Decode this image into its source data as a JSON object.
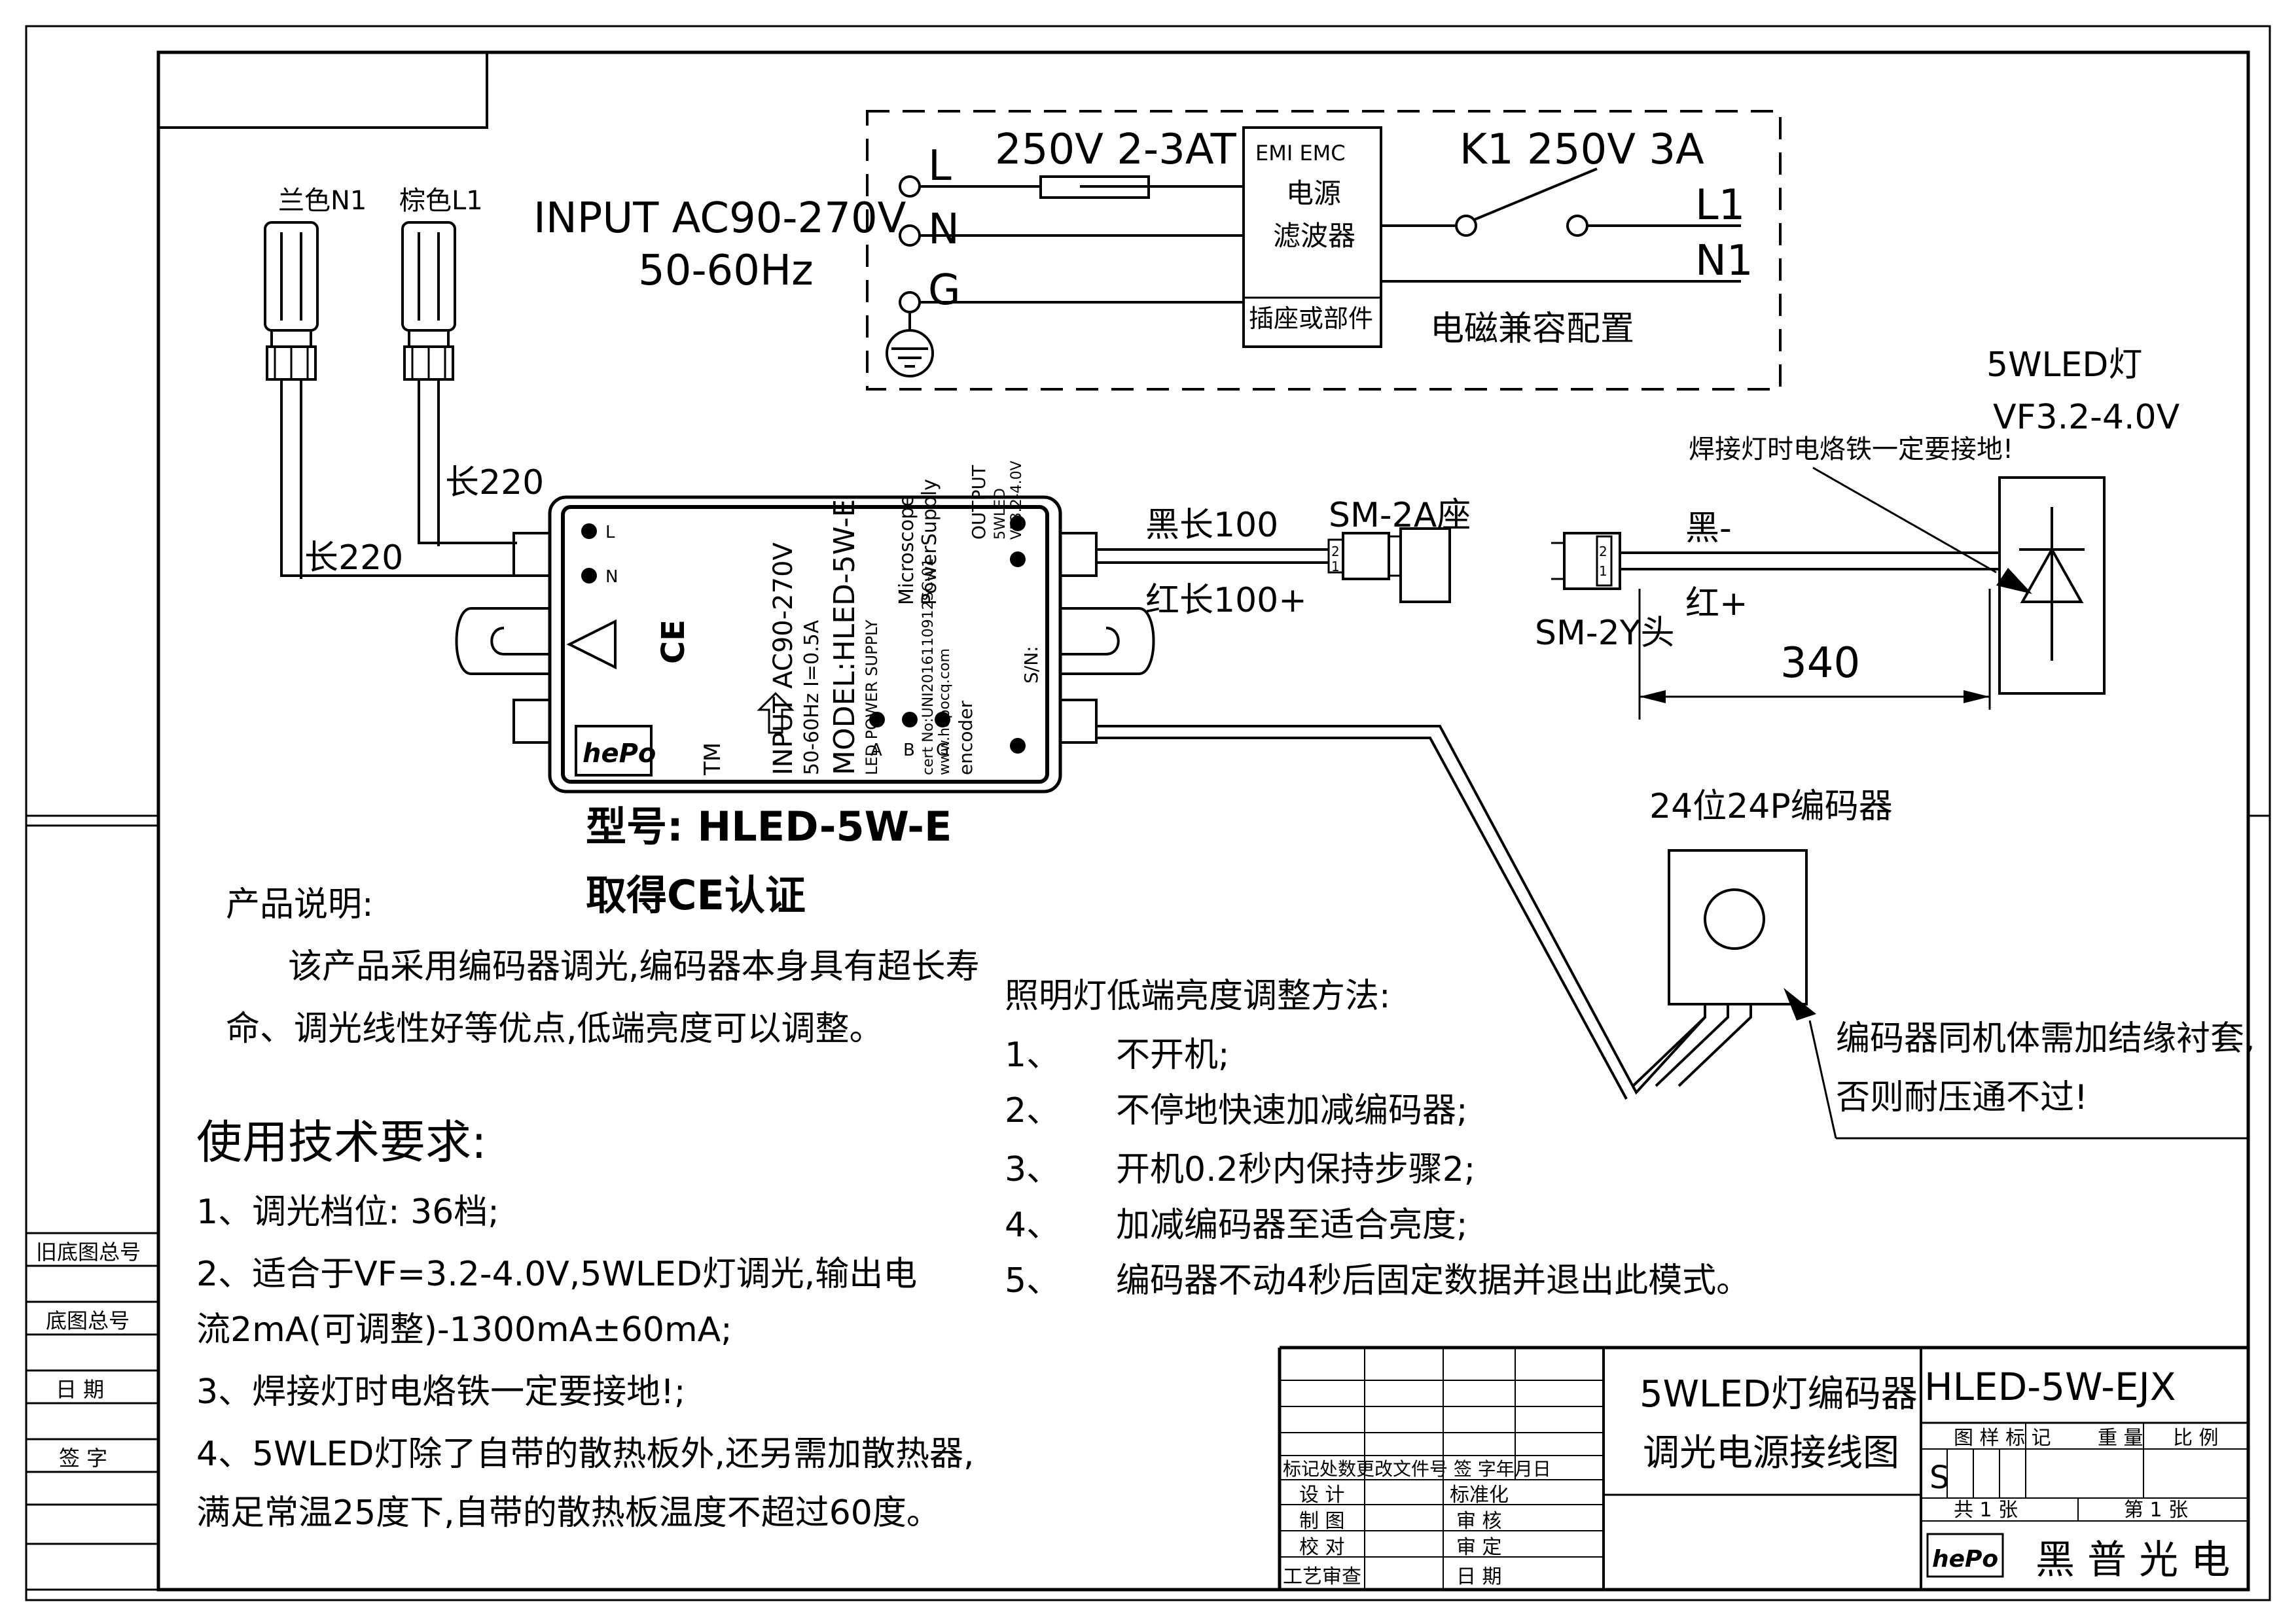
{
  "emc_box": {
    "terminals": [
      "L",
      "N",
      "G"
    ],
    "fuse_label": "250V 2-3AT",
    "filter_lines": [
      "EMI EMC",
      "电源",
      "滤波器"
    ],
    "filter_bottom": "插座或部件",
    "switch_label": "K1 250V 3A",
    "out_l": "L1",
    "out_n": "N1",
    "caption": "电磁兼容配置"
  },
  "input": {
    "line1": "INPUT AC90-270V",
    "line2": "50-60Hz"
  },
  "wires": {
    "blue": "兰色N1",
    "brown": "棕色L1",
    "len_left": "长220",
    "len_right": "长220",
    "black_out": "黑长100",
    "red_out": "红长100+",
    "socket": "SM-2A座",
    "plug": "SM-2Y头",
    "black": "黑-",
    "red": "红+",
    "dimension": "340",
    "pin2": "2",
    "pin1": "1"
  },
  "led": {
    "title": "5WLED灯",
    "vf": "VF3.2-4.0V",
    "warning": "焊接灯时电烙铁一定要接地!"
  },
  "encoder": {
    "title": "24位24P编码器",
    "note1": "编码器同机体需加结缘衬套,",
    "note2": "否则耐压通不过!"
  },
  "device": {
    "model": "MODEL:HLED-5W-E",
    "ps": "LED POWER SUPPLY",
    "input": "INPUT AC90-270V",
    "input2": "50-60Hz  I=0.5A",
    "output": "OUTPUT",
    "output2": "5WLED",
    "output3": "VF3.2-4.0V",
    "brand": "Microscope",
    "brand2": "PowerSupply",
    "cert": "cert No:UNI2016110912SC-01",
    "web": "www.hepocq.com",
    "encoder": "encoder",
    "sn": "S/N:",
    "pins_left": [
      "L",
      "N"
    ],
    "pins_enc": [
      "A",
      "B",
      "G"
    ],
    "logo": "hePo",
    "tm": "TM"
  },
  "model_caption": "型号: HLED-5W-E",
  "ce_caption": "取得CE认证",
  "product_desc": {
    "title": "产品说明:",
    "line1": "该产品采用编码器调光,编码器本身具有超长寿",
    "line2": "命、调光线性好等优点,低端亮度可以调整。"
  },
  "requirements": {
    "title": "使用技术要求:",
    "items": [
      "1、调光档位: 36档;",
      "2、适合于VF=3.2-4.0V,5WLED灯调光,输出电",
      "流2mA(可调整)-1300mA±60mA;",
      "3、焊接灯时电烙铁一定要接地!;",
      "4、5WLED灯除了自带的散热板外,还另需加散热器,",
      "满足常温25度下,自带的散热板温度不超过60度。"
    ]
  },
  "low_end": {
    "title": "照明灯低端亮度调整方法:",
    "steps": [
      {
        "num": "1、",
        "text": "不开机;"
      },
      {
        "num": "2、",
        "text": "不停地快速加减编码器;"
      },
      {
        "num": "3、",
        "text": "开机0.2秒内保持步骤2;"
      },
      {
        "num": "4、",
        "text": "加减编码器至适合亮度;"
      },
      {
        "num": "5、",
        "text": "编码器不动4秒后固定数据并退出此模式。"
      }
    ]
  },
  "title_block": {
    "drawing_name1": "5WLED灯编码器",
    "drawing_name2": "调光电源接线图",
    "code": "HLED-5W-EJX",
    "header": "标记处数更改文件号 签 字年月日",
    "roles_left": [
      "设 计",
      "制 图",
      "校 对",
      "工艺审查"
    ],
    "roles_right": [
      "标准化",
      "审 核",
      "审 定",
      "日 期"
    ],
    "stage": "图 样 标 记",
    "weight": "重 量",
    "scale": "比 例",
    "mark": "S",
    "sheets_total": "共 1 张",
    "sheet_no": "第 1 张",
    "company": "黑 普 光 电"
  },
  "side_labels": [
    "旧底图总号",
    "底图总号",
    "日 期",
    "签 字"
  ]
}
